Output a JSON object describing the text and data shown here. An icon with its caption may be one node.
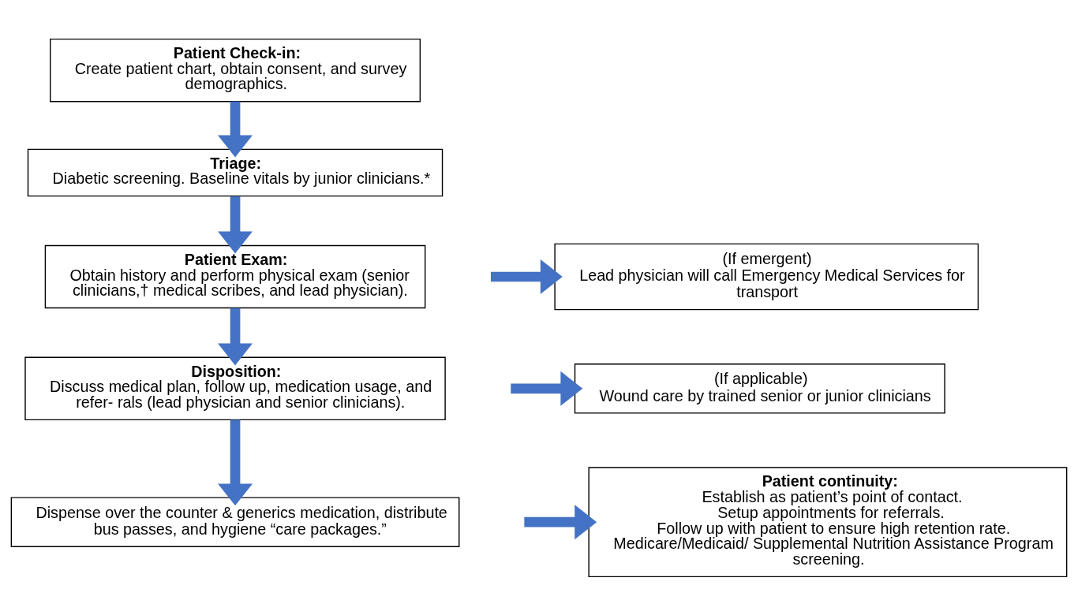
{
  "diagram": {
    "nodes": [
      {
        "text": [
          "Patient Check-in:",
          "Create patient chart, obtain consent, and survey demographics."
        ]
      },
      {
        "text": [
          "Triage:",
          "Diabetic screening. Baseline vitals by junior clinicians.*"
        ]
      },
      {
        "text": [
          "Patient Exam:",
          "Obtain history and perform physical exam (senior clinicians,† medical scribes, and lead physician)."
        ]
      },
      {
        "text": [
          "Disposition:",
          "Discuss medical plan, follow up, medication usage, and refer- rals (lead physician and senior clinicians)."
        ]
      },
      {
        "text": [
          "Dispense over the counter & generics medication, distribute bus passes, and hygiene “care packages.”"
        ]
      },
      {
        "text": [
          "(If emergent)",
          "Lead physician will call Emergency Medical Services for transport"
        ]
      },
      {
        "text": [
          "(If applicable)",
          "Wound care by trained senior or junior clinicians"
        ]
      },
      {
        "text": [
          "Patient continuity:",
          "Establish as patient’s point of contact.",
          "Setup appointments for referrals.",
          "Follow up with patient to ensure high retention rate.",
          "Medicare/Medicaid/ Supplemental Nutrition Assistance Program screening."
        ]
      }
    ],
    "edges": [
      {
        "from": 0,
        "to": 1,
        "arrow": "to"
      },
      {
        "from": 1,
        "to": 2,
        "arrow": "to"
      },
      {
        "from": 2,
        "to": 3,
        "arrow": "to"
      },
      {
        "from": 3,
        "to": 4,
        "arrow": "to"
      },
      {
        "from": null,
        "to": 5,
        "arrow": "to"
      },
      {
        "from": null,
        "to": 6,
        "arrow": "to"
      },
      {
        "from": null,
        "to": 7,
        "arrow": "to"
      }
    ]
  }
}
